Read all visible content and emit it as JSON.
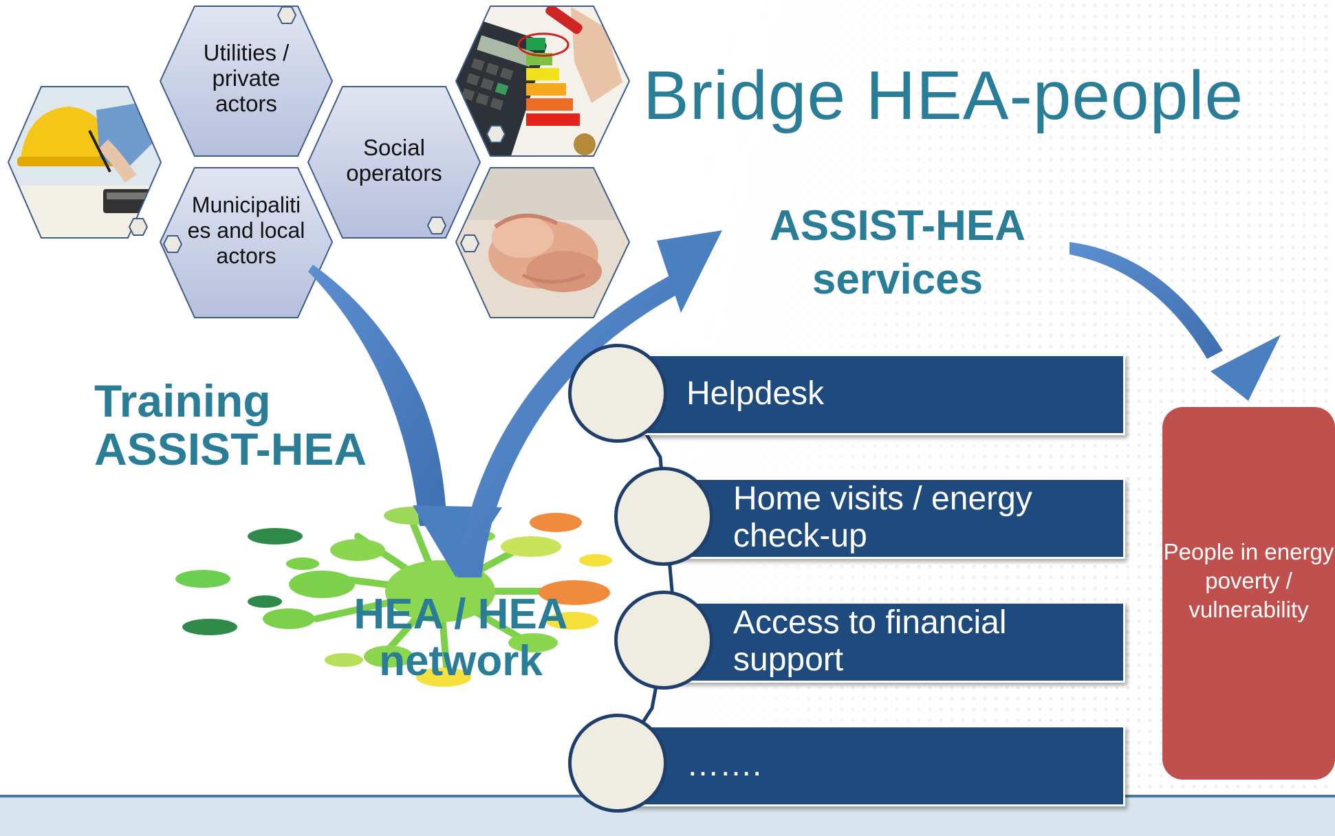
{
  "title": "Bridge HEA-people",
  "hexagons": {
    "utilities": "Utilities / private actors",
    "social": "Social operators",
    "municipalities": "Municipaliti es and local actors"
  },
  "training": {
    "line1": "Training",
    "line2": "ASSIST-HEA"
  },
  "network": {
    "line1": "HEA / HEA",
    "line2": "network"
  },
  "services_heading": {
    "line1": "ASSIST-HEA",
    "line2": "services"
  },
  "services": [
    {
      "label": "Helpdesk"
    },
    {
      "label": "Home visits / energy check-up"
    },
    {
      "label": "Access to financial support"
    },
    {
      "label": "……."
    }
  ],
  "target_group": "People in energy poverty / vulnerability",
  "colors": {
    "accent_teal": "#2a7d96",
    "hex_fill": "#c8d0e8",
    "service_bar": "#1e4a7d",
    "arrow_blue": "#4a7fc0",
    "target_box": "#c0504d"
  },
  "icons": {
    "photo_1": "construction-helmet-photo",
    "photo_2": "energy-label-calculator-photo",
    "photo_3": "holding-hands-photo",
    "network": "network-splash-graphic"
  }
}
